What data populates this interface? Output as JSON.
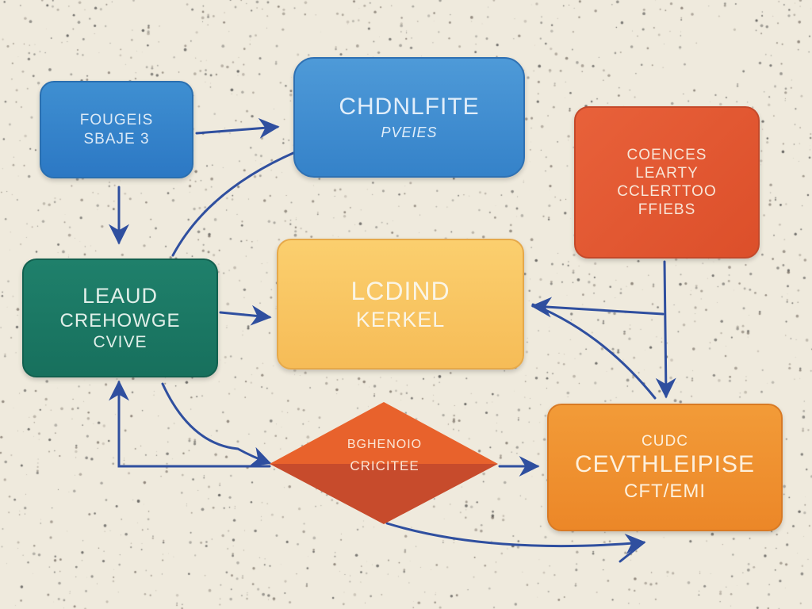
{
  "colors": {
    "background": "#efeadd",
    "arrow": "#2f4f9f",
    "blue_box": "#2c78c4",
    "blue_box_large": "#3582c9",
    "red_orange_box": "#dc4f2a",
    "green_box": "#17705d",
    "yellow_box": "#f6bc57",
    "orange_box": "#ec8728",
    "decision_top": "#e8622c",
    "decision_bottom": "#c74b2c"
  },
  "nodes": {
    "top_left": {
      "lines": [
        "FOUGEIS",
        "SBAJE 3"
      ]
    },
    "top_center": {
      "lines": [
        "CHDNLFITE",
        "PVEIES"
      ]
    },
    "top_right": {
      "lines": [
        "COENCES",
        "LEARTY",
        "CCLERTTOO",
        "FFIEBS"
      ]
    },
    "left_mid": {
      "lines": [
        "LEAUD",
        "CREHOWGE",
        "CVIVE"
      ]
    },
    "center": {
      "lines": [
        "LCDIND",
        "KERKEL"
      ]
    },
    "bottom_right": {
      "lines": [
        "CUDC",
        "CEVTHLEIPISE",
        "CFT/EMI"
      ]
    },
    "decision": {
      "lines": [
        "BGHENOIO",
        "CRICITEE"
      ]
    }
  }
}
